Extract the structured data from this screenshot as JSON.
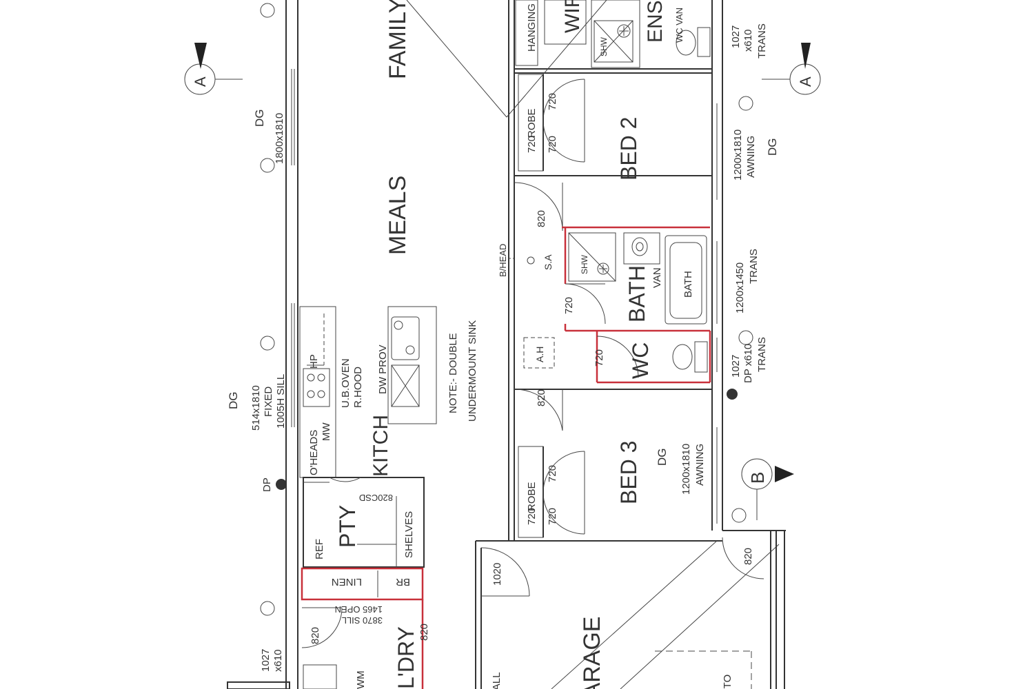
{
  "plan": {
    "rooms": {
      "family": "FAMILY",
      "meals": "MEALS",
      "kitchen": "KITCH",
      "pantry": "PTY",
      "laundry": "L'DRY",
      "bed2": "BED 2",
      "bed3": "BED 3",
      "bath": "BATH",
      "wc": "WC",
      "ensuite": "ENS",
      "wir": "WIR",
      "garage": "GARAGE"
    },
    "labels": {
      "hanging": "HANGING",
      "robe_bed2": "ROBE",
      "robe_bed3": "ROBE",
      "linen": "LINEN",
      "br": "BR",
      "ref": "REF",
      "shelves": "SHELVES",
      "wm": "WM",
      "van": "VAN",
      "bath_tub": "BATH",
      "shw_bath": "SHW",
      "shw_ens": "SHW",
      "bhead": "B/HEAD",
      "sa": "S.A",
      "ah": "A.H",
      "wc_van": "WC VAN",
      "ub_oven": "U.B.OVEN",
      "r_hood": "R.HOOD",
      "dw_prov": "DW PROV",
      "o_heads": "O'HEADS",
      "mw": "MW",
      "hp": "HP",
      "note_line1": "NOTE:- DOUBLE",
      "note_line2": "UNDERMOUNT SINK",
      "csd": "820CSD",
      "open_line1": "1465 OPEN",
      "open_line2": "3870 SILL",
      "ter_wall": "TER WALL",
      "work_to": "WORK TO"
    },
    "doors": {
      "d_bed2_robe_top": "720",
      "d_bed2_robe_bot": "720",
      "d_robe2_left": "720",
      "d_bed2": "820",
      "d_bath": "720",
      "d_wc": "720",
      "d_bed3": "820",
      "d_bed3_robe_top": "720",
      "d_bed3_robe_bot": "720",
      "d_robe3_left": "720",
      "d_ldry": "820",
      "d_ldry2": "820",
      "d_garage": "1020",
      "d_garage_right": "820"
    },
    "windows": {
      "w_top_left_size": "1800x1810",
      "w_top_left_type": "DG",
      "w_kitch_size": "514x1810",
      "w_kitch_type": "FIXED",
      "w_kitch_sill": "1005H SILL",
      "w_kitch_dg": "DG",
      "w_ldry_size": "1027",
      "w_ldry_size2": "x610",
      "w_ens_size": "1027",
      "w_ens_size2": "x610",
      "w_ens_type": "TRANS",
      "w_bed2_size": "1200x1810",
      "w_bed2_type": "AWNING",
      "w_bed2_dg": "DG",
      "w_bath_size": "1200x1450",
      "w_bath_type": "TRANS",
      "w_wc_size": "1027",
      "w_wc_size2": "DP x610",
      "w_wc_type": "TRANS",
      "w_bed3_size": "1200x1810",
      "w_bed3_type": "AWNING",
      "w_bed3_dg": "DG"
    },
    "markers": {
      "dp_left": "DP",
      "section_a": "A",
      "section_b": "B"
    },
    "colors": {
      "line": "#333333",
      "red_wall": "#c8303a",
      "background": "#ffffff"
    }
  }
}
